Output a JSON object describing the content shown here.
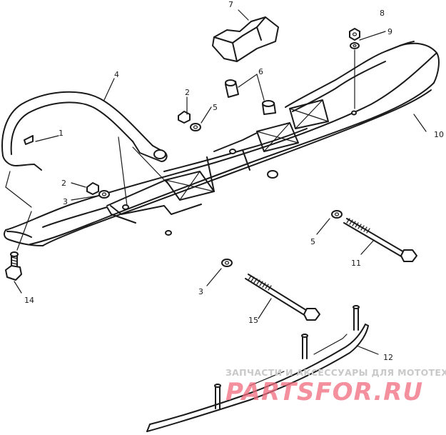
{
  "callouts": {
    "c1": "1",
    "c2a": "2",
    "c2b": "2",
    "c3a": "3",
    "c3b": "3",
    "c4": "4",
    "c5a": "5",
    "c5b": "5",
    "c6": "6",
    "c7": "7",
    "c8": "8",
    "c9": "9",
    "c10": "10",
    "c11": "11",
    "c12": "12",
    "c14": "14",
    "c15": "15"
  },
  "watermark": {
    "caption": "ЗАПЧАСТИ И АКСЕССУАРЫ ДЛЯ МОТОТЕХНИКИ",
    "brand": "PARTSFOR.RU"
  }
}
